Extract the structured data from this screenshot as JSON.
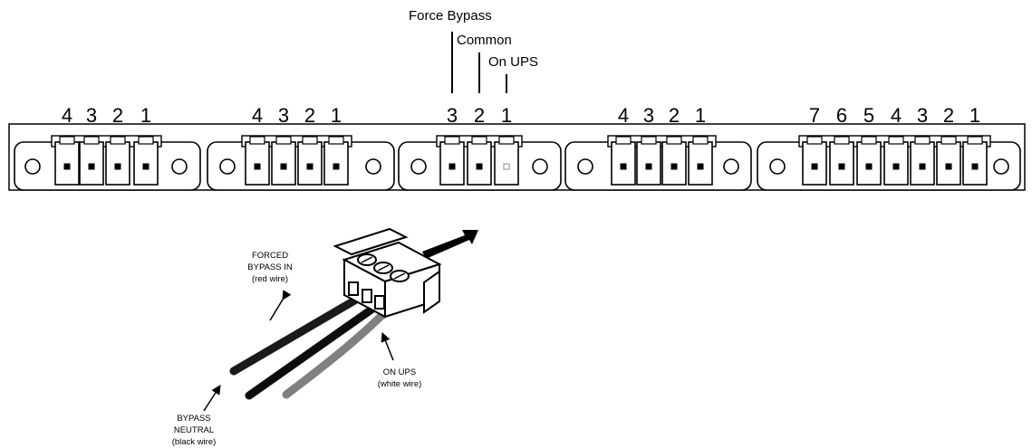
{
  "callouts": {
    "force_bypass": "Force Bypass",
    "common": "Common",
    "on_ups": "On UPS"
  },
  "connectors": [
    {
      "pins": [
        "4",
        "3",
        "2",
        "1"
      ]
    },
    {
      "pins": [
        "4",
        "3",
        "2",
        "1"
      ]
    },
    {
      "pins": [
        "3",
        "2",
        "1"
      ]
    },
    {
      "pins": [
        "4",
        "3",
        "2",
        "1"
      ]
    },
    {
      "pins": [
        "7",
        "6",
        "5",
        "4",
        "3",
        "2",
        "1"
      ]
    }
  ],
  "wire_labels": {
    "forced_bypass_in": [
      "FORCED",
      "BYPASS IN",
      "(red wire)"
    ],
    "bypass_neutral": [
      "BYPASS",
      "NEUTRAL",
      "(black wire)"
    ],
    "on_ups": [
      "ON UPS",
      "(white wire)"
    ]
  },
  "wire_colors": {
    "red_wire": "#1a1a1a",
    "black_wire": "#0d0d0d",
    "white_wire": "#808080"
  }
}
